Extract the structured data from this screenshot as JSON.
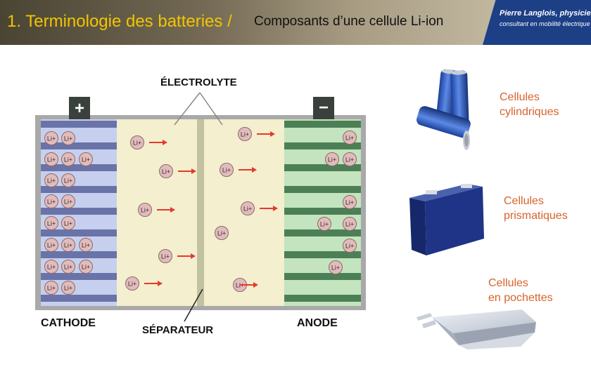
{
  "header": {
    "title": "1. Terminologie des batteries /",
    "subtitle": "Composants d’une cellule Li-ion",
    "brand_name": "Pierre Langlois, physicien",
    "brand_tagline": "consultant en mobilité électrique"
  },
  "diagram": {
    "electrolyte_label": "ÉLECTROLYTE",
    "cathode_label": "CATHODE",
    "anode_label": "ANODE",
    "separator_label": "SÉPARATEUR",
    "plus_sign": "+",
    "minus_sign": "−",
    "ion_label": "Li+",
    "colors": {
      "cathode_stripe": "#6a73a8",
      "cathode_fill": "#c6d0ee",
      "anode_stripe": "#4c7f55",
      "anode_fill": "#c3e4be",
      "electrolyte": "#f3efcf",
      "separator": "#c2c2a0",
      "arrow": "#e53a2a",
      "ion_fill": "#e2bcbc"
    }
  },
  "cell_types": [
    {
      "line1": "Cellules",
      "line2": "cylindriques"
    },
    {
      "line1": "Cellules",
      "line2": "prismatiques"
    },
    {
      "line1": "Cellules",
      "line2": "en pochettes"
    }
  ]
}
